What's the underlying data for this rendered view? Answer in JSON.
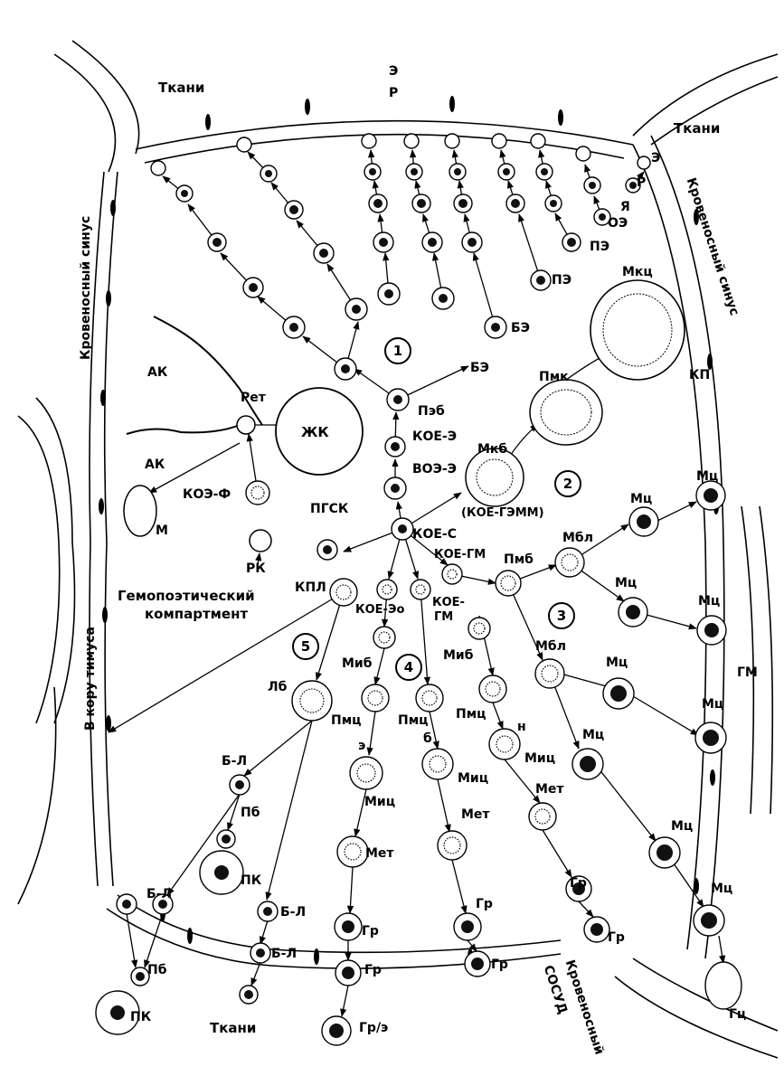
{
  "labels": {
    "tissues_top_left": "Ткани",
    "tissues_top_right": "Ткани",
    "tissues_bottom": "Ткани",
    "e_top": "Э",
    "r_top": "Р",
    "e_right": "Э",
    "r_right": "Р",
    "oe": "ОЭ",
    "ya": "Я",
    "pe1": "ПЭ",
    "pe2": "ПЭ",
    "be1": "БЭ",
    "be2": "БЭ",
    "peb": "Пэб",
    "koe_e": "КОЕ-Э",
    "voe_e": "ВОЭ-Э",
    "koe_s": "КОЕ-С",
    "pgsk": "ПГСК",
    "koe_gm": "КОЕ-ГМ",
    "koe_eo": "КОЕ-Эо",
    "koe_gm2a": "КОЕ-",
    "koe_gm2b": "ГМ",
    "mkb": "Мкб",
    "koe_gemm": "(КОЕ-ГЭММ)",
    "pmk": "Пмк",
    "mkc": "Мкц",
    "kp": "КП",
    "zhk": "ЖК",
    "ak1": "АК",
    "ak2": "АК",
    "ret": "Рет",
    "koe_f": "КОЭ-Ф",
    "m": "М",
    "rk": "РК",
    "kpl": "КПЛ",
    "hemo1": "Гемопоэтический",
    "hemo2": "компартмент",
    "lb": "Лб",
    "bl1": "Б-Л",
    "bl2": "Б-Л",
    "bl3": "Б-Л",
    "bl4": "Б-Л",
    "pb1": "Пб",
    "pb2": "Пб",
    "pk1": "ПК",
    "pk2": "ПК",
    "mib1": "Миб",
    "mib2": "Миб",
    "pmc1": "Пмц",
    "pmc2": "Пмц",
    "pmc3": "Пмц",
    "e_small": "э",
    "b_small": "б",
    "n_small": "н",
    "mic1": "Миц",
    "mic2": "Миц",
    "mic3": "Миц",
    "met1": "Мет",
    "met2": "Мет",
    "met3": "Мет",
    "gr1": "Гр",
    "gr2": "Гр",
    "gr3": "Гр",
    "gr4": "Гр",
    "gr5": "Гр",
    "gr6": "Гр",
    "gre": "Гр/э",
    "pmb": "Пмб",
    "mbl1": "Мбл",
    "mbl2": "Мбл",
    "mc1": "Мц",
    "mc2": "Мц",
    "mc3": "Мц",
    "mc4": "Мц",
    "mc5": "Мц",
    "mc6": "Мц",
    "mc7": "Мц",
    "mc8": "Мц",
    "mc9": "Мц",
    "gm": "ГМ",
    "gc": "Гц",
    "sinus_left": "Кровеносный синус",
    "sinus_right": "Кровеносный синус",
    "thymus": "В кору тимуса",
    "vessel1": "Кровеносный",
    "vessel2": "сосуд"
  },
  "compartments": [
    "1",
    "2",
    "3",
    "4",
    "5"
  ]
}
